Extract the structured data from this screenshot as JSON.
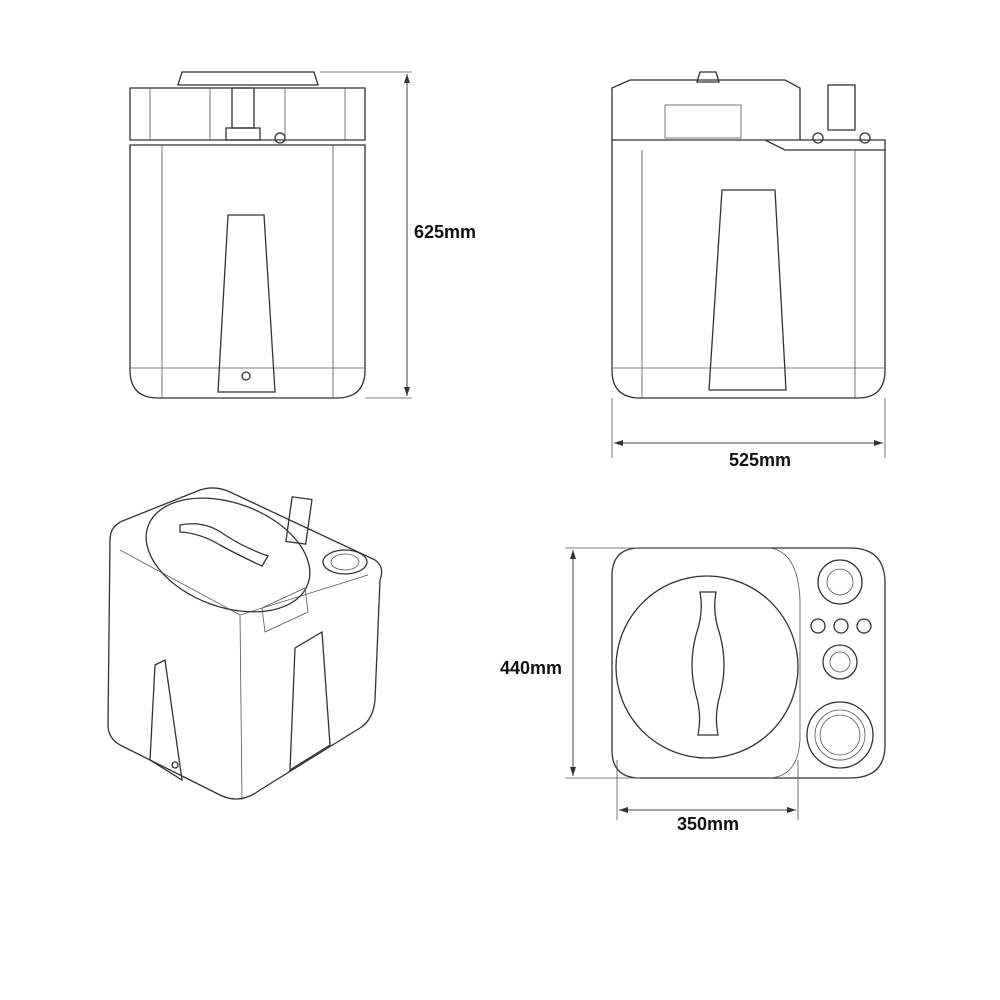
{
  "dimensions": {
    "height": "625mm",
    "width": "525mm",
    "depth": "440mm",
    "lid_width": "350mm"
  },
  "colors": {
    "line": "#333333",
    "background": "#ffffff"
  }
}
